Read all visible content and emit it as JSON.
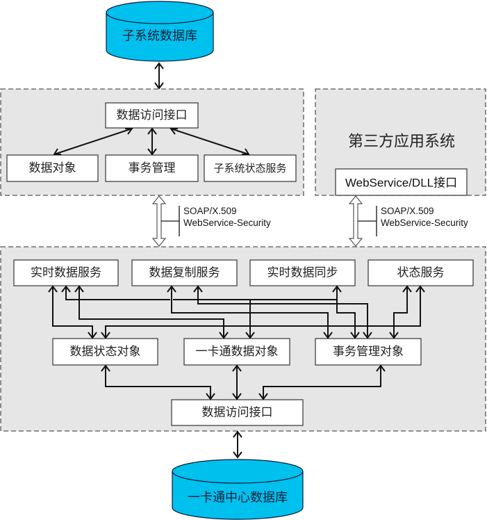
{
  "databases": {
    "top": "子系统数据库",
    "bottom": "一卡通中心数据库"
  },
  "subsystem_panel": {
    "access_interface": "数据访问接口",
    "modules": [
      "数据对象",
      "事务管理",
      "子系统状态服务"
    ]
  },
  "third_party_panel": {
    "title": "第三方应用系统",
    "interface": "WebService/DLL接口"
  },
  "protocol_notes": [
    {
      "line1": "SOAP/X.509",
      "line2": "WebService-Security"
    },
    {
      "line1": "SOAP/X.509",
      "line2": "WebService-Security"
    }
  ],
  "center_panel": {
    "services": [
      "实时数据服务",
      "数据复制服务",
      "实时数据同步",
      "状态服务"
    ],
    "objects": [
      "数据状态对象",
      "一卡通数据对象",
      "事务管理对象"
    ],
    "access_interface": "数据访问接口"
  },
  "colors": {
    "database_fill": "#00c0ee",
    "panel_fill": "#e6e6e6"
  }
}
